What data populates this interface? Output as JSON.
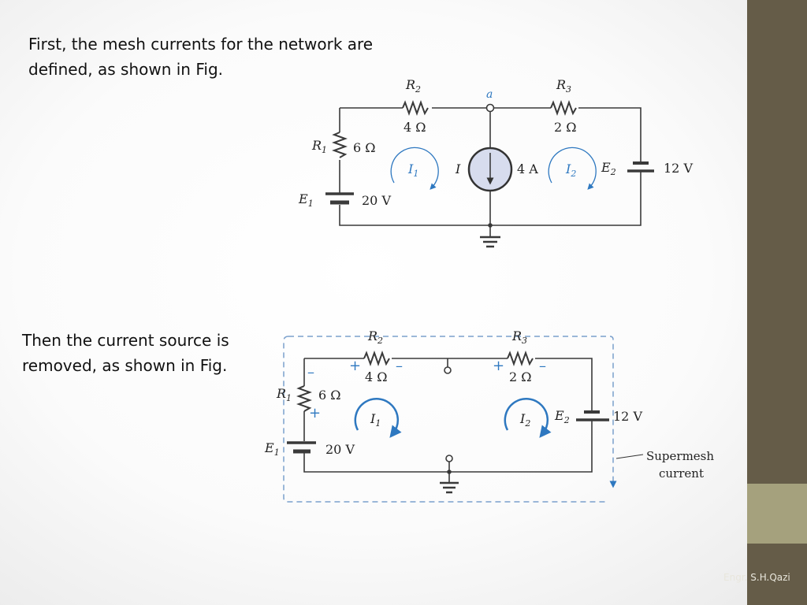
{
  "slide": {
    "text1": "First, the mesh currents for the network are defined, as shown in Fig.",
    "text2": "Then the current source is removed, as shown in Fig.",
    "footer": "Engr. S.H.Qazi"
  },
  "colors": {
    "accent_blue": "#2e78c0",
    "sidebar": "#655c48",
    "sidebar_band": "#a5a17d",
    "wire": "#3a3a3a"
  },
  "fig1": {
    "R1": {
      "name": "R",
      "sub": "1",
      "value": "6 Ω"
    },
    "R2": {
      "name": "R",
      "sub": "2",
      "value": "4 Ω"
    },
    "R3": {
      "name": "R",
      "sub": "3",
      "value": "2 Ω"
    },
    "E1": {
      "name": "E",
      "sub": "1",
      "value": "20 V"
    },
    "E2": {
      "name": "E",
      "sub": "2",
      "value": "12 V"
    },
    "I_source": {
      "name": "I",
      "value": "4 A"
    },
    "node": "a",
    "I1": {
      "name": "I",
      "sub": "1"
    },
    "I2": {
      "name": "I",
      "sub": "2"
    }
  },
  "fig2": {
    "R1": {
      "name": "R",
      "sub": "1",
      "value": "6 Ω"
    },
    "R2": {
      "name": "R",
      "sub": "2",
      "value": "4 Ω"
    },
    "R3": {
      "name": "R",
      "sub": "3",
      "value": "2 Ω"
    },
    "E1": {
      "name": "E",
      "sub": "1",
      "value": "20 V"
    },
    "E2": {
      "name": "E",
      "sub": "2",
      "value": "12 V"
    },
    "I1": {
      "name": "I",
      "sub": "1"
    },
    "I2": {
      "name": "I",
      "sub": "2"
    },
    "plus": "+",
    "minus": "–",
    "supermesh1": "Supermesh",
    "supermesh2": "current"
  }
}
